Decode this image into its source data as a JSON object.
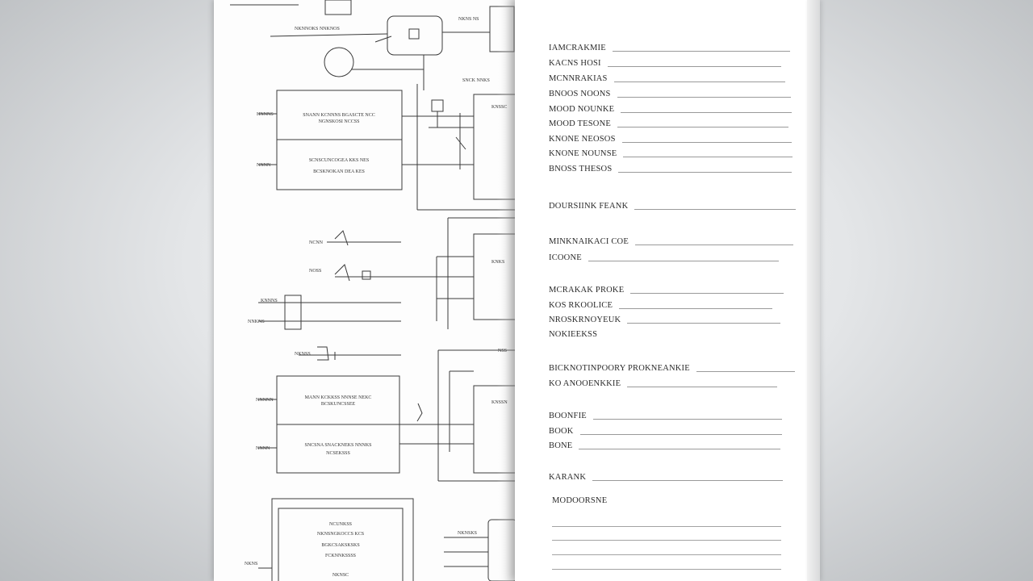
{
  "schematic": {
    "box_labels": [
      [
        "SNANN KCNNNS BGASCTE NCC",
        "NGNSKOSI NCCSS"
      ],
      [
        "SCNSCUNCOGEA KKS NES",
        "BCSKNOKAN DEA KES"
      ],
      [
        "MANN KCKKSS NNNSE NEKC",
        "BCSKUNCSSEE"
      ],
      [
        "SNCSNA SNACKNEKS NNNKS",
        "NCSEKSSS"
      ],
      [
        "NCUNKSS",
        "NKNSNGKOCCS KCS",
        "BGKCSAKSKSKS",
        "FCKNNKSSSS",
        "NKNSC"
      ]
    ],
    "side_labels": [
      "HNNNS",
      "NNNN",
      "NCNN",
      "NOSS",
      "KNNNS",
      "NNKNS",
      "NNNNN",
      "NNNN",
      "NKNS",
      "NKNSS"
    ],
    "tiny_labels": [
      "NKNNOKS NNKNOS",
      "NKNS NS",
      "SNCK NNKS",
      "KNSSC",
      "KNKS",
      "NSS",
      "KNSSN",
      "NKNSKS"
    ]
  },
  "form": {
    "section1": [
      "IAMCRAKMIE",
      "KACNS HOSI",
      "MCNNRAKIAS",
      "BNOOS NOONS",
      "MOOD NOUNKE",
      "MOOD TESONE",
      "KNONE NEOSOS",
      "KNONE NOUNSE",
      "BNOSS THESOS"
    ],
    "section2": "DOURSIINK FEANK",
    "section3": [
      "MINKNAIKACI COE",
      "ICOONE"
    ],
    "section4": [
      "MCRAKAK PROKE",
      "KOS RKOOLICE",
      "NROSKRNOYEUK",
      "NOKIEEKSS"
    ],
    "section5": [
      "BICKNOTINPOORY PROKNEANKIE",
      "KO ANOOENKKIE"
    ],
    "section6": [
      "BOONFIE",
      "BOOK",
      "BONE"
    ],
    "section7": "KARANK",
    "section8": "MODOORSNE"
  }
}
